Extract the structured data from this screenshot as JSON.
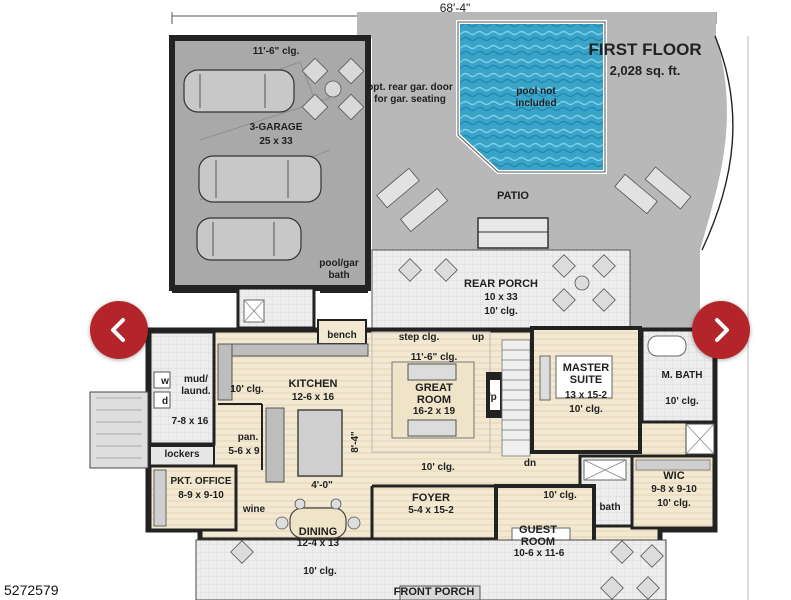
{
  "plan": {
    "width_dim": "68'-4\"",
    "title": "FIRST FLOOR",
    "sqft": "2,028 sq. ft.",
    "pool": "pool not included",
    "patio": "PATIO",
    "garage_note": "opt. rear gar. door for gar. seating",
    "rooms": {
      "garage_clg": "11'-6\" clg.",
      "garage_name": "3-GARAGE",
      "garage_dim": "25 x 33",
      "pool_bath": "pool/gar bath",
      "rear_porch_name": "REAR PORCH",
      "rear_porch_dim": "10 x 33",
      "rear_porch_clg": "10' clg.",
      "bench": "bench",
      "step_clg": "step clg.",
      "up": "up",
      "great_clg": "11'-6\" clg.",
      "great_name": "GREAT ROOM",
      "great_dim": "16-2 x 19",
      "fp": "fp",
      "master_name": "MASTER SUITE",
      "master_dim": "13 x 15-2",
      "master_clg": "10' clg.",
      "mbath_name": "M. BATH",
      "mbath_clg": "10' clg.",
      "mud": "mud/ laund.",
      "w": "w",
      "d": "d",
      "mud_dim": "7-8 x 16",
      "kitchen_clg": "10' clg.",
      "kitchen_name": "KITCHEN",
      "kitchen_dim": "12-6 x 16",
      "pan_name": "pan.",
      "pan_dim": "5-6 x 9",
      "island_dim": "8'-4\"",
      "lockers": "lockers",
      "great_lower_clg": "10' clg.",
      "dn": "dn",
      "wic_name": "WIC",
      "wic_dim": "9-8 x 9-10",
      "wic_clg": "10' clg.",
      "pkt_name": "PKT. OFFICE",
      "pkt_dim": "8-9 x 9-10",
      "wine": "wine",
      "island_w": "4'-0\"",
      "foyer_name": "FOYER",
      "foyer_dim": "5-4 x 15-2",
      "guest_clg": "10' clg.",
      "bath": "bath",
      "guest_name": "GUEST ROOM",
      "guest_dim": "10-6 x 11-6",
      "dining_name": "DINING",
      "dining_dim": "12-4 x 13",
      "dining_clg": "10' clg.",
      "front_porch": "FRONT PORCH"
    }
  },
  "nav": {
    "prev_icon": "chevron-left-icon",
    "next_icon": "chevron-right-icon",
    "color": "#b4252b"
  },
  "listing_id": "5272579"
}
